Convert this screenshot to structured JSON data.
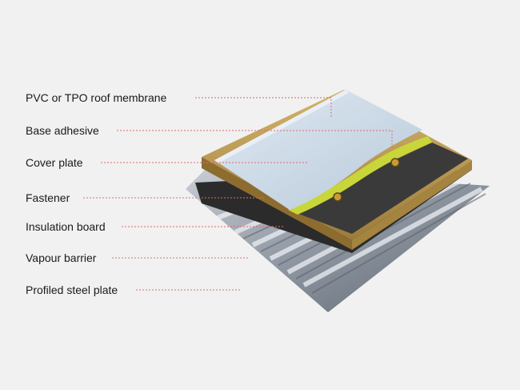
{
  "diagram": {
    "layers": [
      {
        "id": "membrane",
        "label": "PVC or TPO roof membrane"
      },
      {
        "id": "adhesive",
        "label": "Base adhesive"
      },
      {
        "id": "cover",
        "label": "Cover plate"
      },
      {
        "id": "fastener",
        "label": "Fastener"
      },
      {
        "id": "insulation",
        "label": "Insulation board"
      },
      {
        "id": "vapour",
        "label": "Vapour barrier"
      },
      {
        "id": "steel",
        "label": "Profiled steel plate"
      }
    ],
    "colors": {
      "background": "#f1f1f1",
      "leader_line": "#e06a6a",
      "membrane": "#c9d8e6",
      "adhesive": "#c8d63a",
      "insulation": "#c7a35a",
      "cover_plate": "#3a3a3a",
      "vapour_barrier": "#2b2b2b",
      "steel": "#9aa2ad"
    }
  }
}
